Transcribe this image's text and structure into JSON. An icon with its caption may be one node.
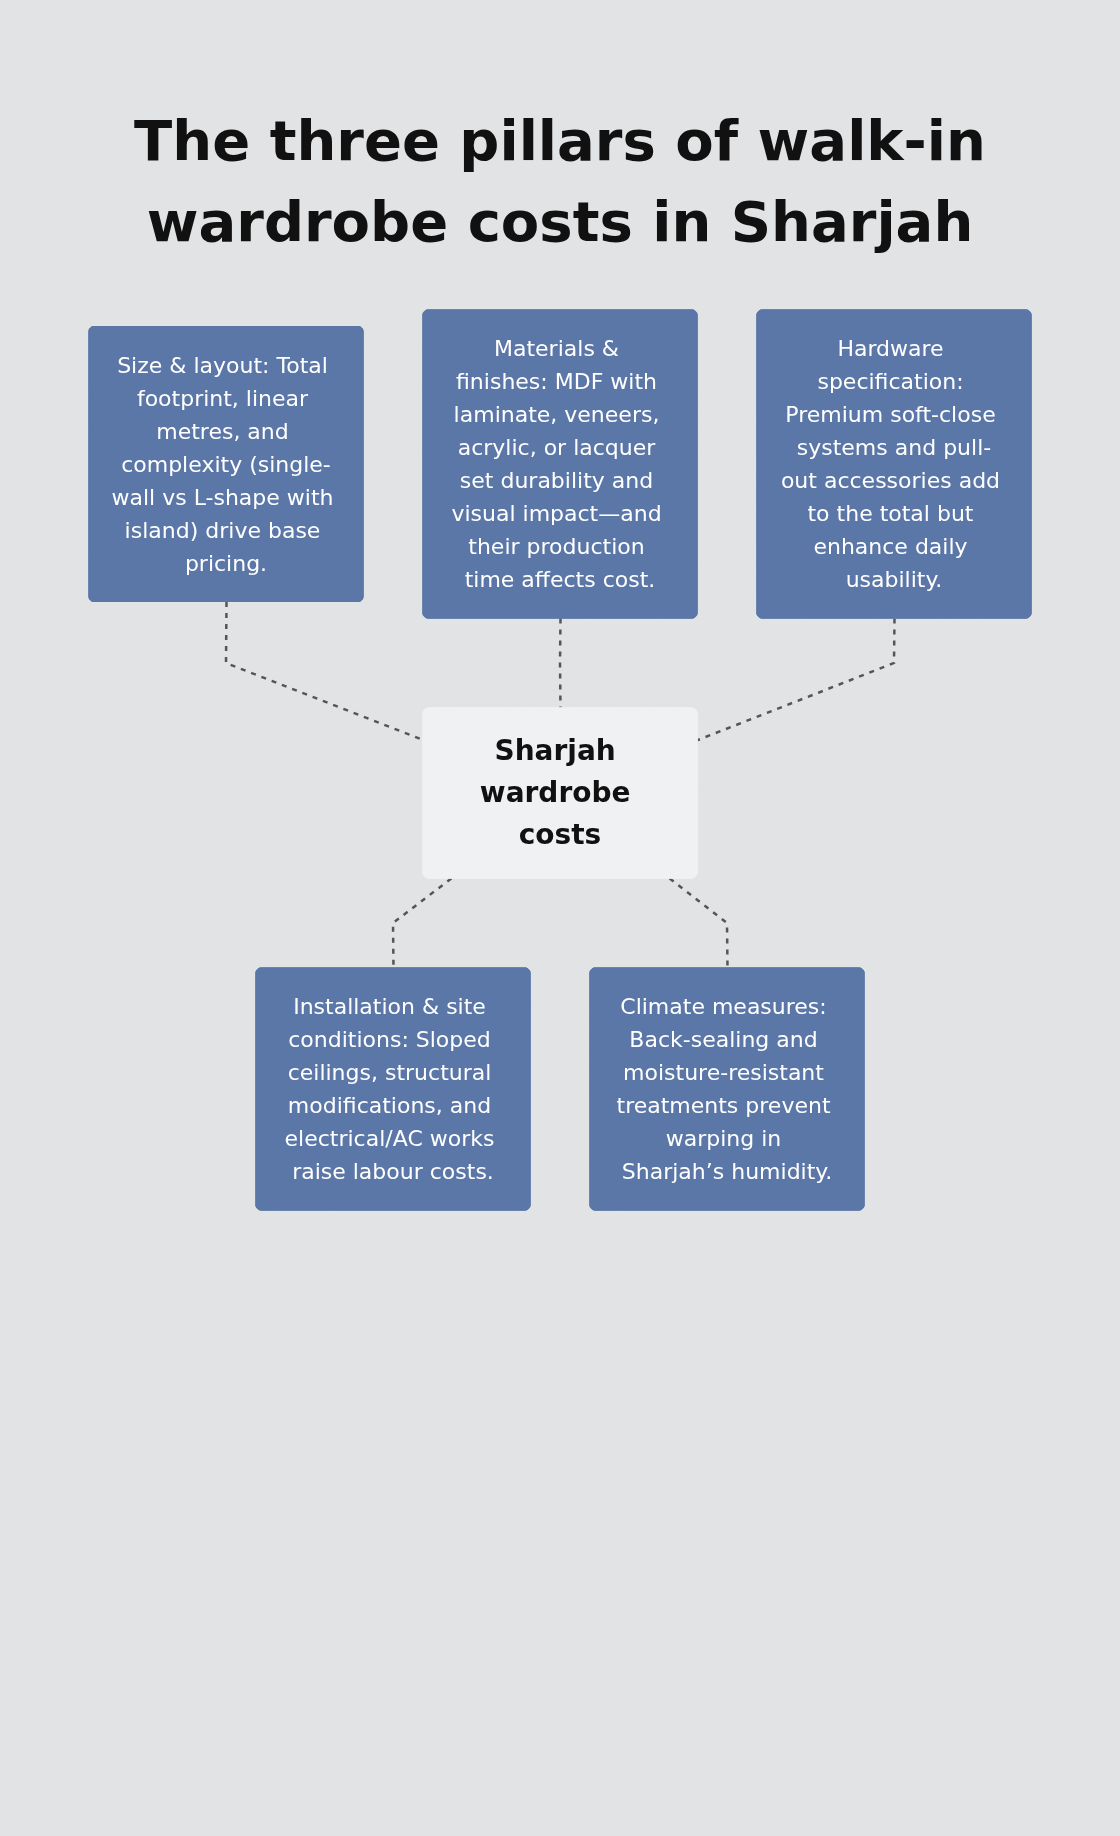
{
  "diagram": {
    "title": "The three pillars of walk-in wardrobe costs in Sharjah",
    "nodes": [
      {
        "text": [
          "Size & layout: Total footprint, linear metres, and complexity (single-wall vs L-shape with island) drive base pricing."
        ]
      },
      {
        "text": [
          "Materials & finishes: MDF with laminate, veneers, acrylic, or lacquer set durability and visual impact—and their production time affects cost."
        ]
      },
      {
        "text": [
          "Hardware specification: Premium soft-close systems and pull-out accessories add to the total but enhance daily usability."
        ]
      },
      {
        "text": [
          "Sharjah wardrobe costs"
        ]
      },
      {
        "text": [
          "Installation & site conditions: Sloped ceilings, structural modifications, and electrical/AC works raise labour costs."
        ]
      },
      {
        "text": [
          "Climate measures: Back-sealing and moisture-resistant treatments prevent warping in Sharjah’s humidity."
        ]
      }
    ],
    "edges": [
      {
        "from": 0,
        "to": 3,
        "arrow": "none",
        "style": "dashed"
      },
      {
        "from": 1,
        "to": 3,
        "arrow": "none",
        "style": "dashed"
      },
      {
        "from": 2,
        "to": 3,
        "arrow": "none",
        "style": "dashed"
      },
      {
        "from": 3,
        "to": 4,
        "arrow": "none",
        "style": "dashed"
      },
      {
        "from": 3,
        "to": 5,
        "arrow": "none",
        "style": "dashed"
      }
    ]
  }
}
